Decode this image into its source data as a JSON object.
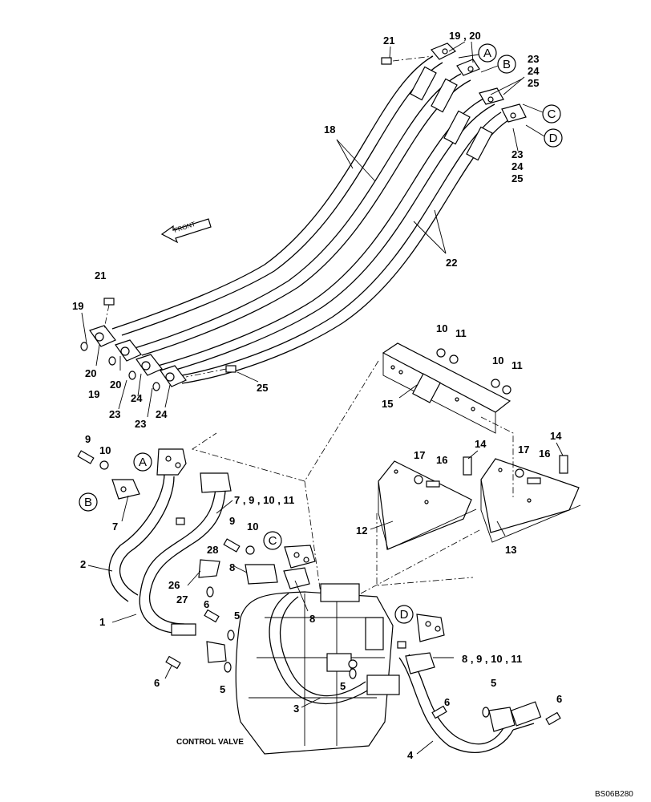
{
  "figure_code": "BS06B280",
  "control_valve_label": "CONTROL VALVE",
  "front_label": "FRONT",
  "connection_markers": [
    "A",
    "B",
    "C",
    "D"
  ],
  "callouts": {
    "c21_top": "21",
    "c19_20_top": "19 , 20",
    "c23_tr": "23",
    "c24_tr": "24",
    "c25_tr": "25",
    "c18": "18",
    "c23_r": "23",
    "c24_r": "24",
    "c25_r": "25",
    "c22": "22",
    "c21_left": "21",
    "c19_left": "19",
    "c20_a": "20",
    "c19_b": "19",
    "c20_b": "20",
    "c24_a": "24",
    "c23_a": "23",
    "c23_b": "23",
    "c24_b": "24",
    "c25_left": "25",
    "c10_a": "10",
    "c11_a": "11",
    "c10_b": "10",
    "c11_b": "11",
    "c15": "15",
    "c14_a": "14",
    "c14_b": "14",
    "c17_a": "17",
    "c16_a": "16",
    "c17_b": "17",
    "c16_b": "16",
    "c9_a": "9",
    "c10_c": "10",
    "c7": "7",
    "c7_9_10_11": "7 , 9 , 10 , 11",
    "c9_b": "9",
    "c10_d": "10",
    "c28": "28",
    "c12": "12",
    "c13": "13",
    "c2": "2",
    "c8_a": "8",
    "c26": "26",
    "c27": "27",
    "c6_a": "6",
    "c5_a": "5",
    "c1": "1",
    "c8_b": "8",
    "c8_9_10_11": "8 , 9 , 10 , 11",
    "c6_b": "6",
    "c5_b": "5",
    "c5_c": "5",
    "c5_d": "5",
    "c3": "3",
    "c6_c": "6",
    "c6_d": "6",
    "c4": "4"
  }
}
